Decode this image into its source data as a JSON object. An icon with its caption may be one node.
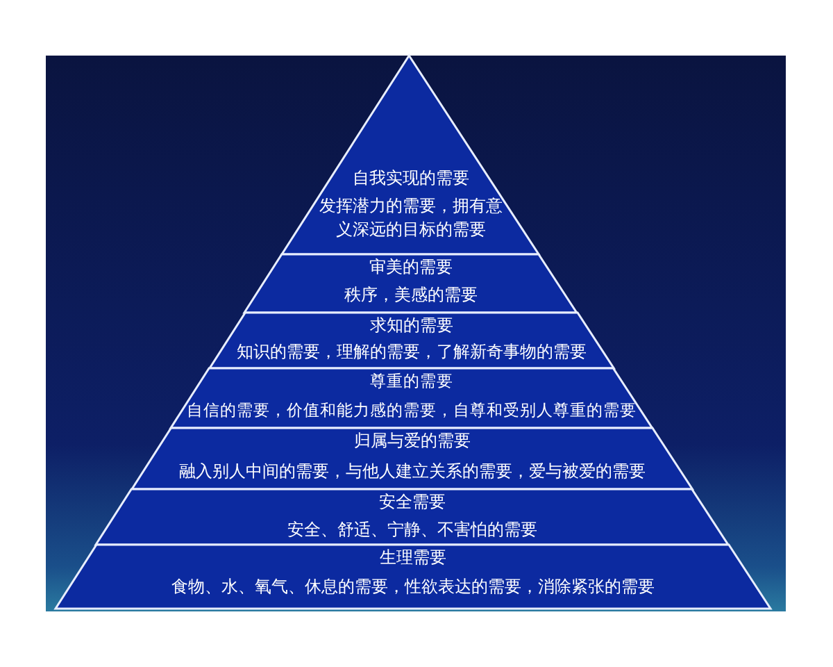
{
  "diagram": {
    "nodes": [
      {
        "text": [
          "自我实现的需要",
          "发挥潜力的需要，拥有意义深远的目标的需要"
        ]
      },
      {
        "text": [
          "审美的需要",
          "秩序，美感的需要"
        ]
      },
      {
        "text": [
          "求知的需要",
          "知识的需要，理解的需要，了解新奇事物的需要"
        ]
      },
      {
        "text": [
          "尊重的需要",
          "自信的需要，价值和能力感的需要，自尊和受别人尊重的需要"
        ]
      },
      {
        "text": [
          "归属与爱的需要",
          "融入别人中间的需要，与他人建立关系的需要，爱与被爱的需要"
        ]
      },
      {
        "text": [
          "安全需要",
          "安全、舒适、宁静、不害怕的需要"
        ]
      },
      {
        "text": [
          "生理需要",
          "食物、水、氧气、休息的需要，性欲表达的需要，消除紧张的需要"
        ]
      }
    ]
  }
}
